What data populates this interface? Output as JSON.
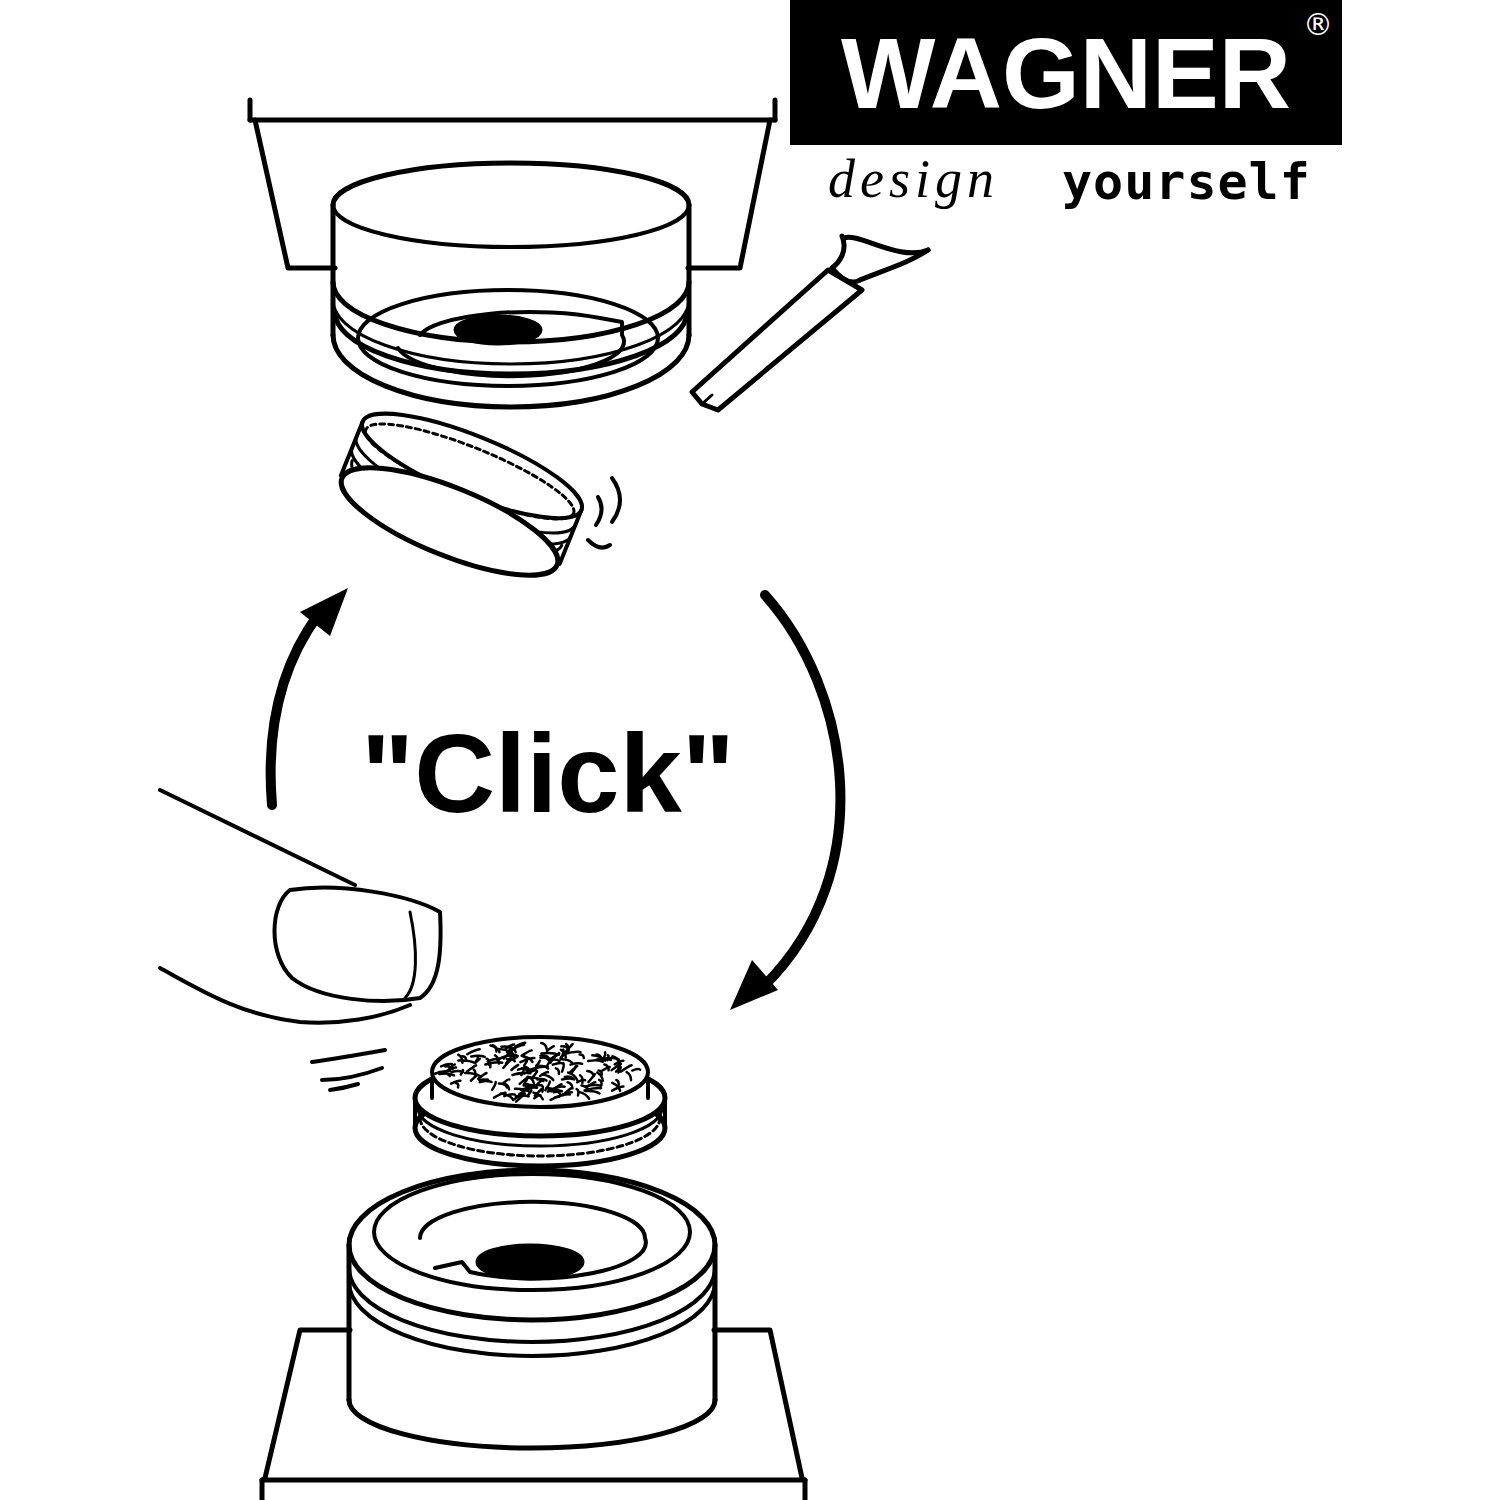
{
  "diagram": {
    "nodes": [
      {
        "text": [
          "WAGNER",
          "®"
        ]
      }
    ],
    "labels": [
      "design",
      "yourself",
      "\"Click\""
    ]
  }
}
